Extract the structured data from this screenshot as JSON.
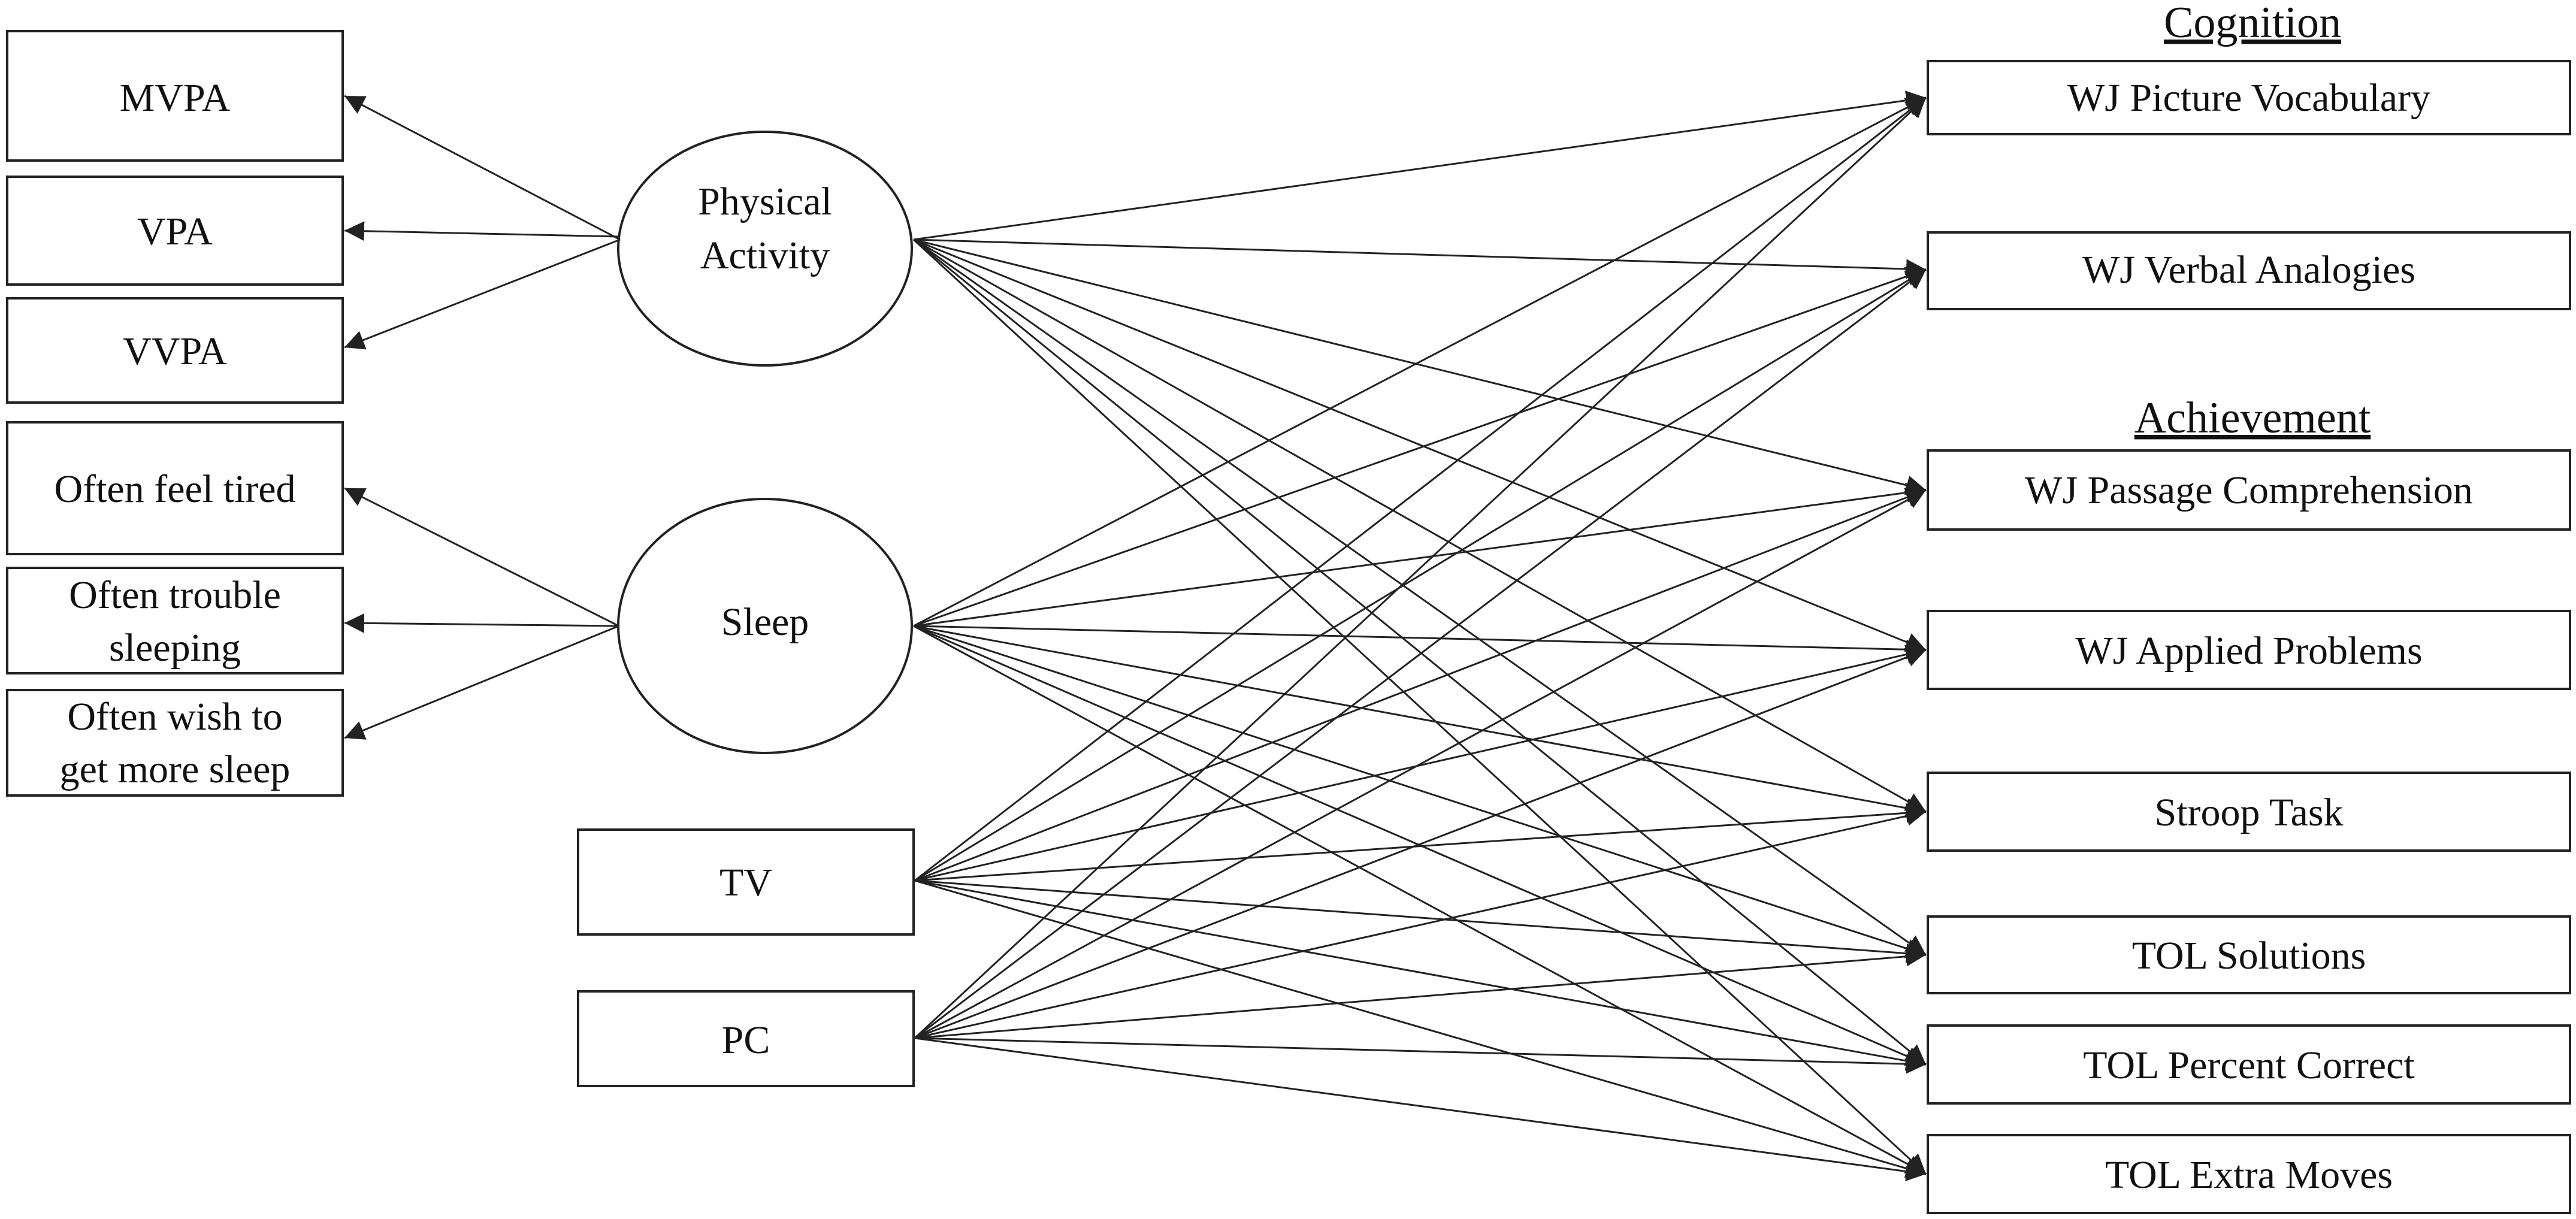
{
  "headers": {
    "cognition": "Cognition",
    "achievement": "Achievement"
  },
  "latents": {
    "physical_activity": {
      "line1": "Physical",
      "line2": "Activity"
    },
    "sleep": {
      "label": "Sleep"
    }
  },
  "indicators": {
    "mvpa": "MVPA",
    "vpa": "VPA",
    "vvpa": "VVPA",
    "tired": "Often feel tired",
    "trouble": {
      "line1": "Often trouble",
      "line2": "sleeping"
    },
    "wish": {
      "line1": "Often wish to",
      "line2": "get more sleep"
    }
  },
  "observed": {
    "tv": "TV",
    "pc": "PC"
  },
  "outcomes": [
    {
      "id": "picture_vocab",
      "label": "WJ Picture Vocabulary"
    },
    {
      "id": "verbal_analogies",
      "label": "WJ Verbal Analogies"
    },
    {
      "id": "passage_comp",
      "label": "WJ Passage Comprehension"
    },
    {
      "id": "applied_problems",
      "label": "WJ Applied Problems"
    },
    {
      "id": "stroop",
      "label": "Stroop Task"
    },
    {
      "id": "tol_solutions",
      "label": "TOL Solutions"
    },
    {
      "id": "tol_percent",
      "label": "TOL Percent Correct"
    },
    {
      "id": "tol_extra",
      "label": "TOL Extra Moves"
    }
  ],
  "colors": {
    "line": "#222222",
    "text": "#111111",
    "background": "#ffffff"
  }
}
